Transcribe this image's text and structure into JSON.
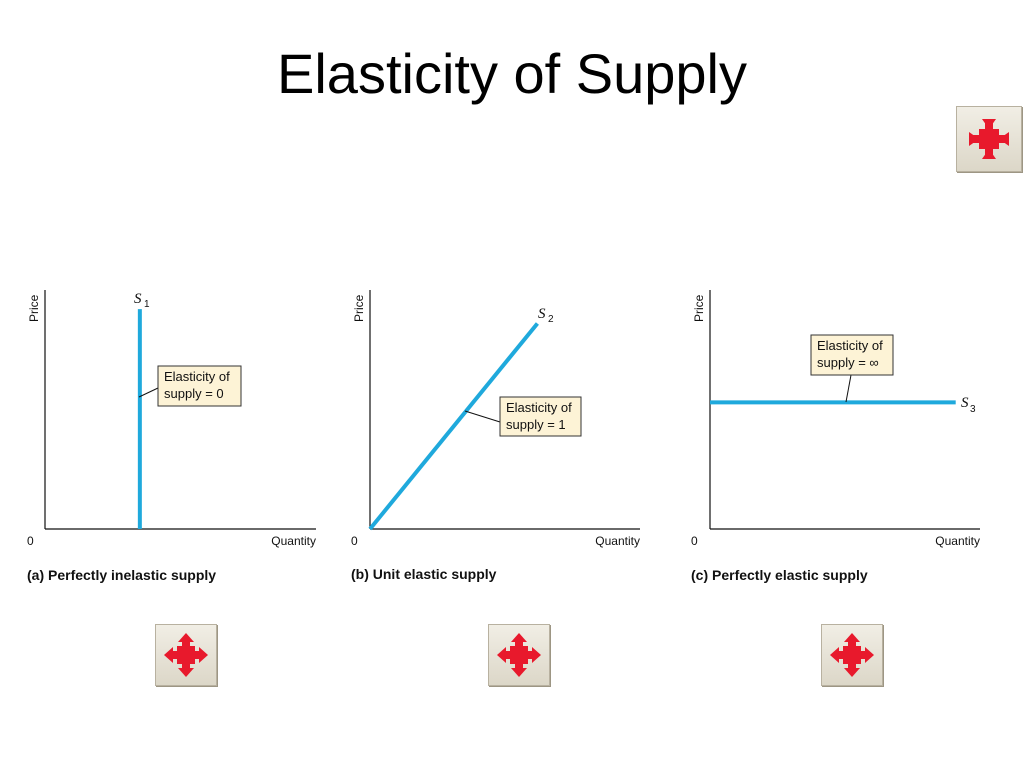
{
  "slide": {
    "title": "Elasticity of Supply"
  },
  "icons": {
    "top_button": "red-contract-arrows-icon",
    "chart_button": "red-expand-arrows-icon"
  },
  "colors": {
    "curve": "#1fa9dc",
    "annotation_fill": "#fdf3d6",
    "button_icon": "#e8192c"
  },
  "chart_data": [
    {
      "type": "line",
      "caption": "(a) Perfectly inelastic supply",
      "ylabel": "Price",
      "xlabel": "Quantity",
      "origin_label": "0",
      "series": [
        {
          "name": "S",
          "subscript": "1",
          "points": [
            [
              0.35,
              0
            ],
            [
              0.35,
              0.92
            ]
          ]
        }
      ],
      "annotation": {
        "lines": [
          "Elasticity of",
          "supply = 0"
        ]
      },
      "xlim": [
        0,
        1
      ],
      "ylim": [
        0,
        1
      ],
      "grid": false
    },
    {
      "type": "line",
      "caption": "(b) Unit elastic supply",
      "ylabel": "Price",
      "xlabel": "Quantity",
      "origin_label": "0",
      "series": [
        {
          "name": "S",
          "subscript": "2",
          "points": [
            [
              0,
              0
            ],
            [
              0.62,
              0.86
            ]
          ]
        }
      ],
      "annotation": {
        "lines": [
          "Elasticity of",
          "supply = 1"
        ]
      },
      "xlim": [
        0,
        1
      ],
      "ylim": [
        0,
        1
      ],
      "grid": false
    },
    {
      "type": "line",
      "caption": "(c) Perfectly elastic supply",
      "ylabel": "Price",
      "xlabel": "Quantity",
      "origin_label": "0",
      "series": [
        {
          "name": "S",
          "subscript": "3",
          "points": [
            [
              0,
              0.53
            ],
            [
              0.91,
              0.53
            ]
          ]
        }
      ],
      "annotation": {
        "lines": [
          "Elasticity of",
          "supply = ∞"
        ]
      },
      "xlim": [
        0,
        1
      ],
      "ylim": [
        0,
        1
      ],
      "grid": false
    }
  ]
}
